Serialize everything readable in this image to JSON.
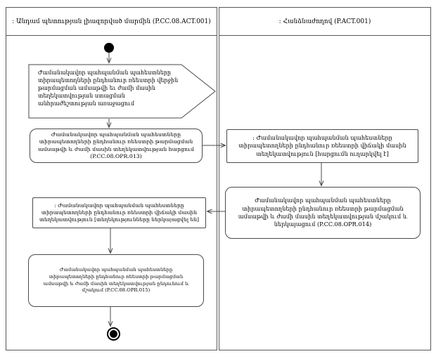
{
  "diagram": {
    "type": "uml-activity-diagram",
    "colors": {
      "line": "#4a4a4a",
      "lane_border": "#585858",
      "node_fill": "#ffffff",
      "text": "#000000",
      "background": "#ffffff"
    },
    "lanes": [
      {
        "title": ": Անդամ պետության լիազորված մարմին (P.CC.08.ACT.001)"
      },
      {
        "title": ": Հանձնաժողով (P.ACT.001)"
      }
    ],
    "nodes": {
      "start": {
        "kind": "initial-node"
      },
      "signal_need": {
        "kind": "send-signal",
        "label": "Ժամանակավոր պահպանման պահեստները տիրապետողների ընդհանուր ռեեստրի վերջին թարմացման ամսաթվի եւ ժամի մասին տեղեկատվության ստացման անհրաժեշտության առաջացում"
      },
      "request_action": {
        "kind": "action",
        "label": "Ժամանակավոր պահպանման պահեստները տիրապետողների ընդհանուր ռեեստրի թարմացման ամսաթվի և ժամի մասին տեղեկատվության հարցում (P.CC.08.OPR.013)"
      },
      "request_sent_object": {
        "kind": "object",
        "label": ": Ժամանակավոր պահպանման պահեստները տիրապետողների ընդհանուր ռեեստրի վիճակի մասին տեղեկատվություն [հարցումն ուղարկվել է]"
      },
      "process_present_action": {
        "kind": "action",
        "label": "Ժամանակավոր պահպանման պահեստները տիրապետողների ընդհանուր ռեեստրի թարմացման ամսաթվի և ժամի մասին տեղեկատվության մշակում և ներկայացում (P.CC.08.OPR.014)"
      },
      "info_presented_object": {
        "kind": "object",
        "label": ": Ժամանակավոր պահպանման պահեստները տիրապետողների ընդհանուր ռեեստրի վիճակի մասին տեղեկատվություն [տեղեկությունները ներկայացվել են]"
      },
      "receive_process_action": {
        "kind": "action",
        "label": "Ժամանակավոր պահպանման պահեստները տիրապետողների ընդհանուր ռեեստրի թարմացման ամսաթվի և ժամի մասին տեղեկատվության ընդունում և մշակում (P.CC.08.OPR.015)"
      },
      "final": {
        "kind": "activity-final-node"
      }
    },
    "edges": [
      {
        "from": "start",
        "to": "signal_need"
      },
      {
        "from": "signal_need",
        "to": "request_action"
      },
      {
        "from": "request_action",
        "to": "request_sent_object"
      },
      {
        "from": "request_sent_object",
        "to": "process_present_action"
      },
      {
        "from": "process_present_action",
        "to": "info_presented_object"
      },
      {
        "from": "info_presented_object",
        "to": "receive_process_action"
      },
      {
        "from": "receive_process_action",
        "to": "final"
      }
    ]
  }
}
